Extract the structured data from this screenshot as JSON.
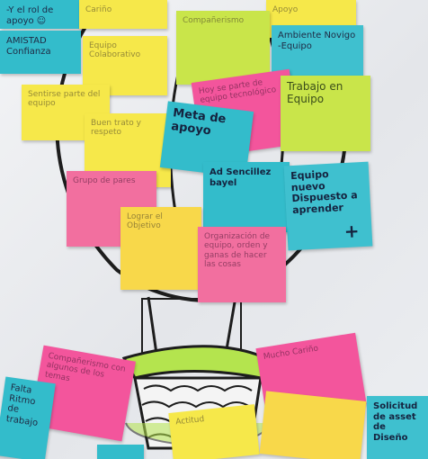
{
  "notes": [
    {
      "id": "n1",
      "color": "teal",
      "text": "-Y el rol de apoyo ☺"
    },
    {
      "id": "n2",
      "color": "yellow",
      "text": "Cariño"
    },
    {
      "id": "n3",
      "color": "yellow",
      "text": "Apoyo"
    },
    {
      "id": "n4",
      "color": "teal",
      "text": "AMISTAD Confianza"
    },
    {
      "id": "n5",
      "color": "lime",
      "text": "Compañerismo"
    },
    {
      "id": "n6",
      "color": "teal",
      "text": "Ambiente Novigo -Equipo"
    },
    {
      "id": "n7",
      "color": "yellow",
      "text": "Equipo Colaborativo"
    },
    {
      "id": "n8",
      "color": "pink",
      "text": "Hoy se parte de equipo tecnológico"
    },
    {
      "id": "n9",
      "color": "lime",
      "text": "Trabajo en Equipo"
    },
    {
      "id": "n10",
      "color": "yellow",
      "text": "Sentirse parte del equipo"
    },
    {
      "id": "n11",
      "color": "yellow",
      "text": "Buen trato y respeto"
    },
    {
      "id": "n12",
      "color": "teal",
      "text": "Meta de apoyo"
    },
    {
      "id": "n13",
      "color": "teal",
      "text": "Ad Sencillez bayel"
    },
    {
      "id": "n14",
      "color": "teal",
      "text": "Equipo nuevo Dispuesto a aprender"
    },
    {
      "id": "n15",
      "color": "pink",
      "text": "Grupo de pares"
    },
    {
      "id": "n16",
      "color": "yellow",
      "text": "Lograr el Objetivo"
    },
    {
      "id": "n17",
      "color": "pink",
      "text": "Organización de equipo, orden y ganas de hacer las cosas"
    },
    {
      "id": "n18",
      "color": "pink",
      "text": "Compañerismo con algunos de los temas"
    },
    {
      "id": "n19",
      "color": "pink",
      "text": "Mucho Cariño"
    },
    {
      "id": "n20",
      "color": "teal",
      "text": "Falta Ritmo de trabajo"
    },
    {
      "id": "n21",
      "color": "yellow",
      "text": "Actitud"
    },
    {
      "id": "n22",
      "color": "teal",
      "text": "Solicitud de asset de Diseño"
    },
    {
      "id": "n23",
      "color": "yellow",
      "text": ""
    },
    {
      "id": "n24",
      "color": "teal",
      "text": ""
    }
  ],
  "symbols": {
    "plus": "+"
  }
}
